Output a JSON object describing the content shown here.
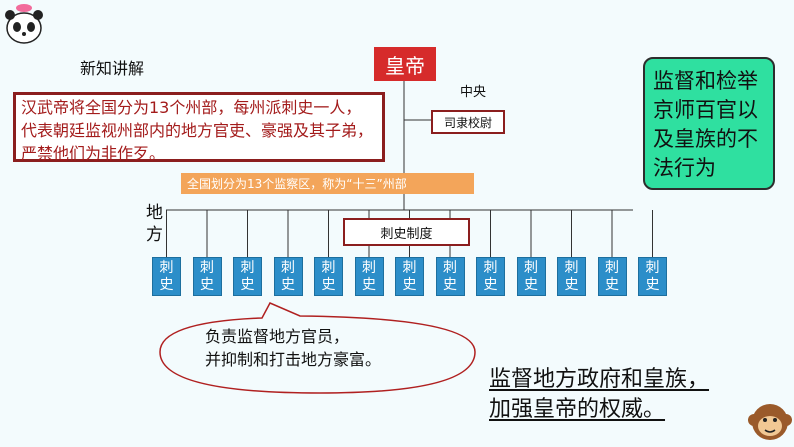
{
  "header": {
    "section_title": "新知讲解",
    "logo_icon": "panda-icon"
  },
  "diagram": {
    "emperor": "皇帝",
    "central_label": "中央",
    "central_official": "司隶校尉",
    "central_description": "汉武帝将全国分为13个州部，每州派刺史一人，代表朝廷监视州部内的地方官吏、豪强及其子弟，严禁他们为非作歹。",
    "division_banner": "全国划分为13个监察区，称为“十三”州部",
    "local_label": "地方",
    "system_label": "刺史制度",
    "inspectors": [
      "刺史",
      "刺史",
      "刺史",
      "刺史",
      "刺史",
      "刺史",
      "刺史",
      "刺史",
      "刺史",
      "刺史",
      "刺史",
      "刺史",
      "刺史"
    ]
  },
  "sili_duties": "监督和检举京师百官以及皇族的不法行为",
  "cishi_duties_line1": "负责监督地方官员，",
  "cishi_duties_line2": "并抑制和打击地方豪富。",
  "conclusion_line1": "监督地方政府和皇族，",
  "conclusion_line2": "加强皇帝的权威。",
  "decor": {
    "bottom_icon": "monkey-icon"
  },
  "colors": {
    "emperor": "#d62b2b",
    "inspector": "#2c8ec9",
    "banner": "#f3a55a",
    "duty_box": "#2fe0a0"
  }
}
